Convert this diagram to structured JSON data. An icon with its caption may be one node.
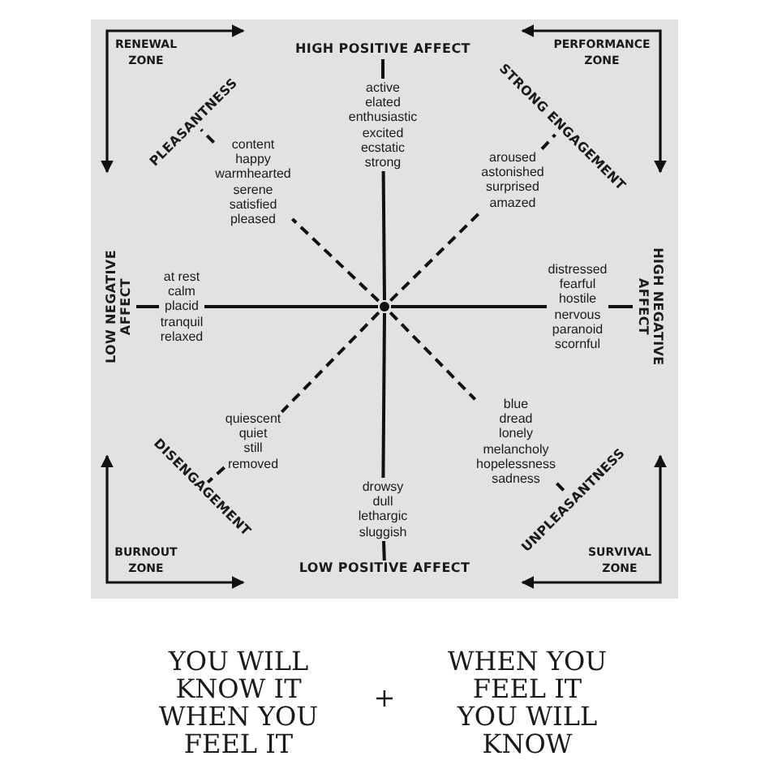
{
  "diagram": {
    "nodes": [
      {
        "text": [
          "HIGH POSITIVE AFFECT"
        ]
      },
      {
        "text": [
          "PLEASANTNESS"
        ]
      },
      {
        "text": [
          "STRONG ENGAGEMENT"
        ]
      },
      {
        "text": [
          "active",
          "elated",
          "enthusiastic",
          "excited",
          "ecstatic",
          "strong"
        ]
      },
      {
        "text": [
          "content",
          "happy",
          "warmhearted",
          "serene",
          "satisfied",
          "pleased"
        ]
      },
      {
        "text": [
          "aroused",
          "astonished",
          "surprised",
          "amazed"
        ]
      },
      {
        "text": [
          "LOW NEGATIVE AFFECT"
        ]
      },
      {
        "text": [
          "at rest",
          "calm",
          "placid",
          "tranquil",
          "relaxed"
        ]
      },
      {
        "text": [],
        "shape": "circle"
      },
      {
        "text": [
          "distressed",
          "fearful",
          "hostile",
          "nervous",
          "paranoid",
          "scornful"
        ]
      },
      {
        "text": [
          "HIGH NEGATIVE AFFECT"
        ]
      },
      {
        "text": [
          "quiescent",
          "quiet",
          "still",
          "removed"
        ]
      },
      {
        "text": [
          "blue",
          "dread",
          "lonely",
          "melancholy",
          "hopelessness",
          "sadness"
        ]
      },
      {
        "text": [
          "DISENGAGEMENT"
        ]
      },
      {
        "text": [
          "UNPLEASANTNESS"
        ]
      },
      {
        "text": [
          "drowsy",
          "dull",
          "lethargic",
          "sluggish"
        ]
      },
      {
        "text": [
          "LOW POSITIVE AFFECT"
        ]
      }
    ],
    "edges": [
      {
        "from": 8,
        "to": 3,
        "arrow": "none"
      },
      {
        "from": 8,
        "to": 4,
        "arrow": "none",
        "style": "dashed"
      },
      {
        "from": 8,
        "to": 5,
        "arrow": "none",
        "style": "dashed"
      },
      {
        "from": 8,
        "to": 7,
        "arrow": "none"
      },
      {
        "from": 8,
        "to": 9,
        "arrow": "none"
      },
      {
        "from": 8,
        "to": 11,
        "arrow": "none",
        "style": "dashed"
      },
      {
        "from": 8,
        "to": 12,
        "arrow": "none",
        "style": "dashed"
      },
      {
        "from": 8,
        "to": 15,
        "arrow": "none"
      },
      {
        "from": 3,
        "to": 0,
        "arrow": "none"
      },
      {
        "from": 4,
        "to": 1,
        "arrow": "none",
        "style": "dashed"
      },
      {
        "from": 5,
        "to": 2,
        "arrow": "none",
        "style": "dashed"
      },
      {
        "from": 7,
        "to": 6,
        "arrow": "none"
      },
      {
        "from": 9,
        "to": 10,
        "arrow": "none"
      },
      {
        "from": 11,
        "to": 13,
        "arrow": "none",
        "style": "dashed"
      },
      {
        "from": 12,
        "to": 14,
        "arrow": "none",
        "style": "dashed"
      },
      {
        "from": 15,
        "to": 16,
        "arrow": "none"
      }
    ],
    "labels": [
      "RENEWAL ZONE",
      "PERFORMANCE ZONE",
      "BURNOUT ZONE",
      "SURVIVAL ZONE",
      "YOU WILL KNOW IT WHEN YOU FEEL IT",
      "+",
      "WHEN YOU FEEL IT YOU WILL KNOW"
    ]
  }
}
